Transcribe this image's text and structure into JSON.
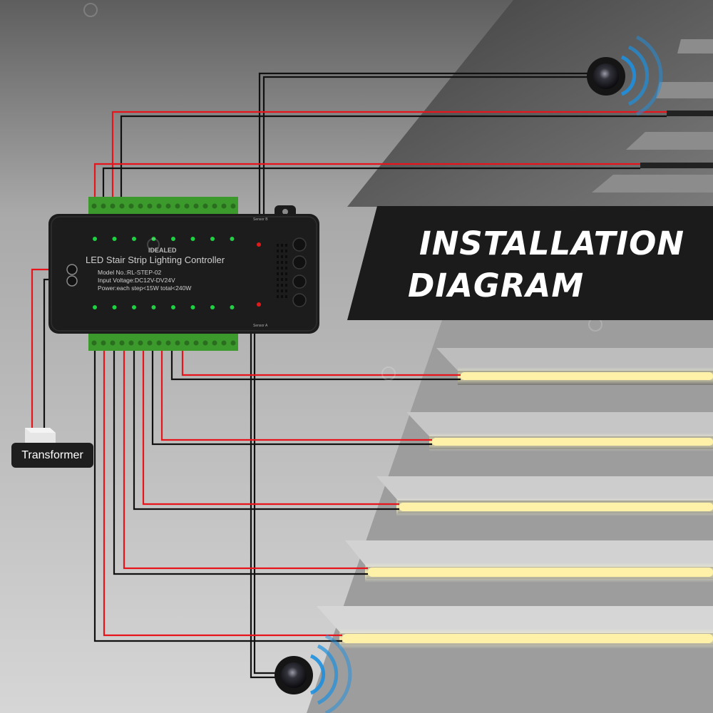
{
  "title": {
    "line1": "INSTALLATION",
    "line2": "DIAGRAM"
  },
  "controller": {
    "brand": "IDEALED",
    "name": "LED Stair Strip Lighting Controller",
    "model": "Model No.:RL-STEP-02",
    "voltage": "Input Voltage:DC12V-DV24V",
    "power": "Power:each step<15W   total<240W",
    "sensor_b": "Sensor B",
    "sensor_a": "Sensor A"
  },
  "transformer": {
    "label": "Transformer"
  },
  "colors": {
    "wire_red": "#e8141c",
    "wire_black": "#111111",
    "led_strip": "#fff2a8",
    "terminal_green": "#3c9a2c",
    "controller_body": "#1c1c1c",
    "title_panel": "#1b1b1b",
    "sensor_wave": "#1e90e0"
  },
  "icons": {
    "sensor": "pir-motion-sensor-icon",
    "wave": "signal-wave-icon"
  }
}
